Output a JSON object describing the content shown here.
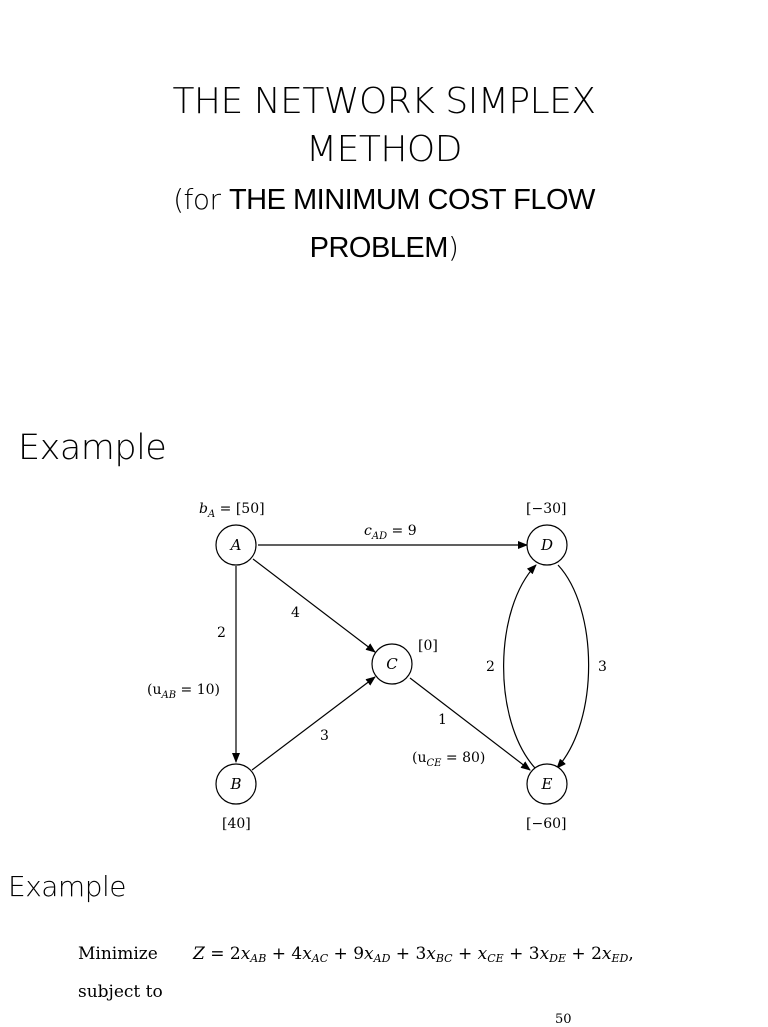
{
  "slide": {
    "title_line1": "THE NETWORK SIMPLEX",
    "title_line2": "METHOD",
    "sub_open": "(for ",
    "sub_bold1": "THE MINIMUM COST FLOW",
    "sub_bold2": "PROBLEM",
    "sub_close": ")"
  },
  "heading1": "Example",
  "heading2": "Example",
  "network": {
    "nodes": [
      {
        "id": "A",
        "label": "A",
        "supply_label": "b_A = [50]"
      },
      {
        "id": "B",
        "label": "B",
        "supply_label": "[40]"
      },
      {
        "id": "C",
        "label": "C",
        "supply_label": "[0]"
      },
      {
        "id": "D",
        "label": "D",
        "supply_label": "[−30]"
      },
      {
        "id": "E",
        "label": "E",
        "supply_label": "[−60]"
      }
    ],
    "arcs": [
      {
        "from": "A",
        "to": "D",
        "cost": 9,
        "cost_label": "c_AD = 9"
      },
      {
        "from": "A",
        "to": "C",
        "cost": 4,
        "cost_label": "4"
      },
      {
        "from": "A",
        "to": "B",
        "cost": 2,
        "cost_label": "2",
        "capacity_label": "(u_AB = 10)"
      },
      {
        "from": "B",
        "to": "C",
        "cost": 3,
        "cost_label": "3"
      },
      {
        "from": "C",
        "to": "E",
        "cost": 1,
        "cost_label": "1",
        "capacity_label": "(u_CE = 80)"
      },
      {
        "from": "E",
        "to": "D",
        "cost": 2,
        "cost_label": "2"
      },
      {
        "from": "D",
        "to": "E",
        "cost": 3,
        "cost_label": "3"
      }
    ],
    "labels": {
      "bA": "b",
      "bA_sub": "A",
      "bA_val": " = [50]",
      "bD": "[−30]",
      "bC": "[0]",
      "bB": "[40]",
      "bE": "[−60]",
      "cAD": "c",
      "cAD_sub": "AD",
      "cAD_val": " = 9",
      "cAC": "4",
      "cAB": "2",
      "cBC": "3",
      "cCE": "1",
      "cED": "2",
      "cDE": "3",
      "uAB_open": "(u",
      "uAB_sub": "AB",
      "uAB_val": " = 10)",
      "uCE_open": "(u",
      "uCE_sub": "CE",
      "uCE_val": " = 80)"
    }
  },
  "lp": {
    "minimize_label": "Minimize",
    "subject_to_label": "subject to",
    "cut_off_text": "50"
  }
}
